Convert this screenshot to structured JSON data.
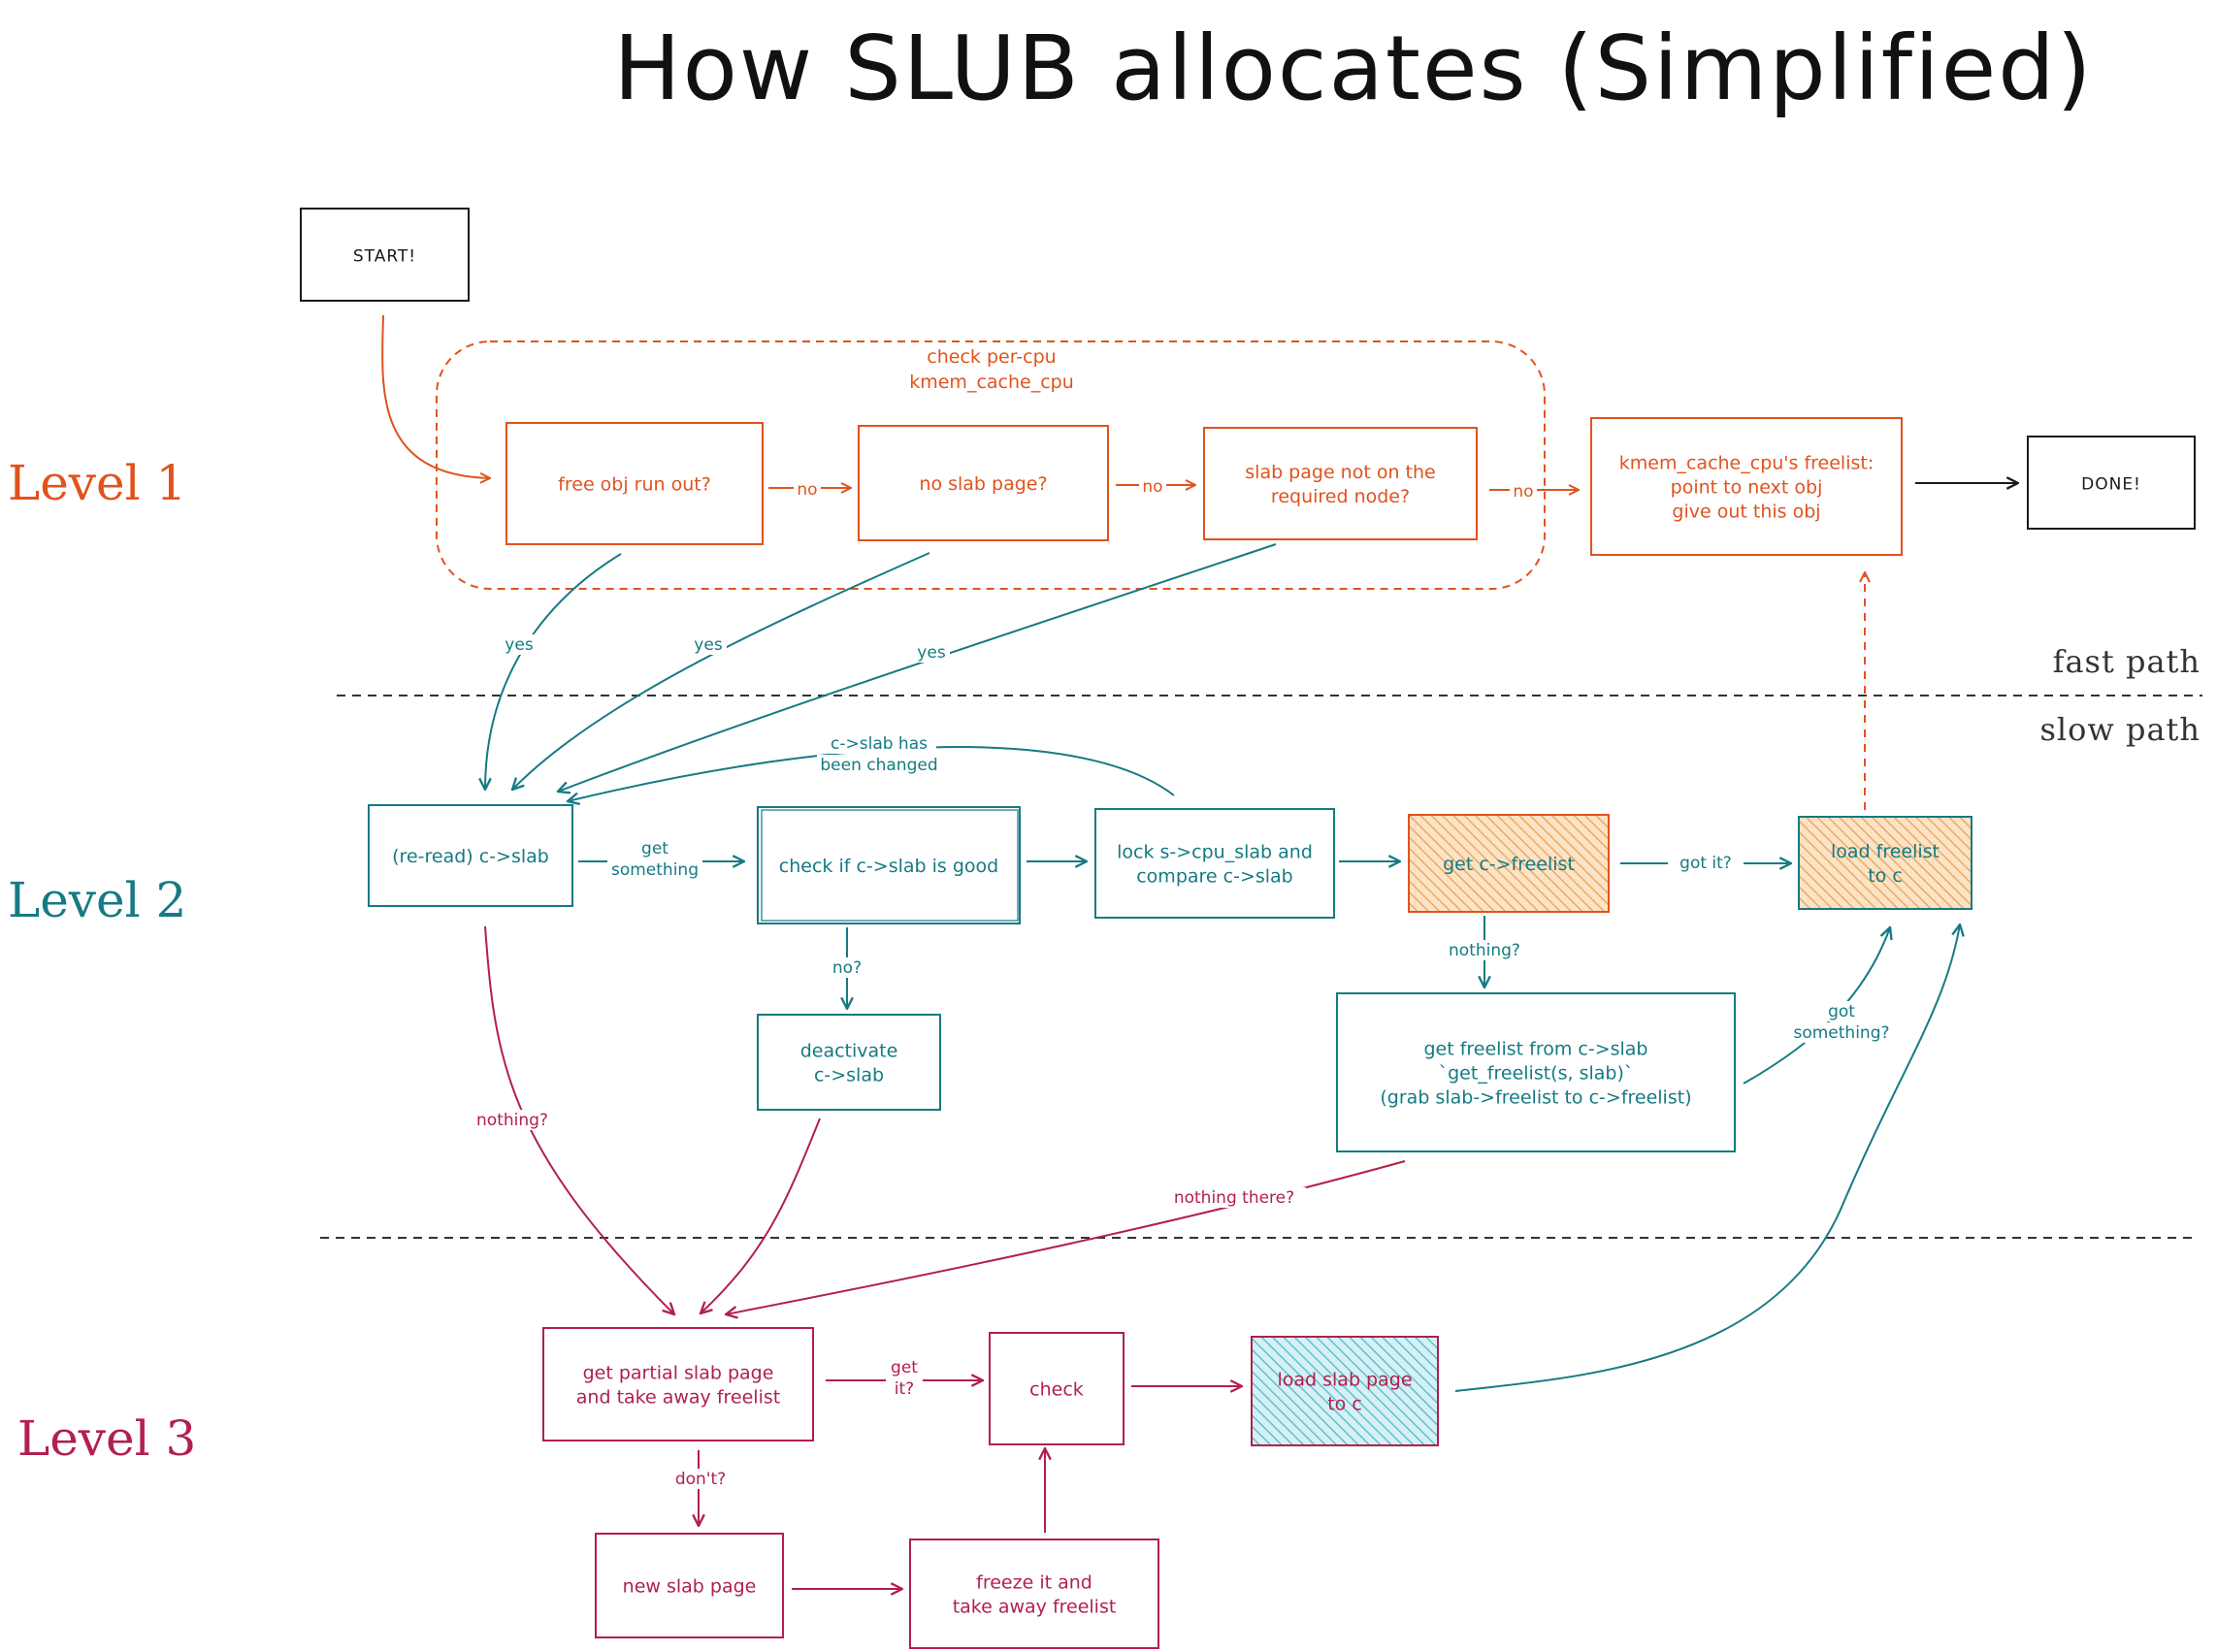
{
  "title": "How SLUB allocates (Simplified)",
  "levels": {
    "l1": "Level 1",
    "l2": "Level 2",
    "l3": "Level 3"
  },
  "path_labels": {
    "fast": "fast path",
    "slow": "slow path"
  },
  "group": {
    "label_line1": "check per-cpu",
    "label_line2": "kmem_cache_cpu"
  },
  "nodes": {
    "start": [
      "START!"
    ],
    "done": [
      "DONE!"
    ],
    "free_obj": [
      "free obj run out?"
    ],
    "no_slab": [
      "no slab page?"
    ],
    "node_check": [
      "slab page not on the",
      "required node?"
    ],
    "give_obj": [
      "kmem_cache_cpu's freelist:",
      "point to next obj",
      "give out this obj"
    ],
    "reread": [
      "(re-read) c->slab"
    ],
    "check_good": [
      "check if c->slab is good"
    ],
    "lock": [
      "lock s->cpu_slab and",
      "compare c->slab"
    ],
    "get_freelist": [
      "get c->freelist"
    ],
    "load_freelist": [
      "load freelist",
      "to c"
    ],
    "deactivate": [
      "deactivate",
      "c->slab"
    ],
    "get_from_slab": [
      "get freelist from c->slab",
      "`get_freelist(s, slab)`",
      "(grab slab->freelist to c->freelist)"
    ],
    "partial": [
      "get partial slab page",
      "and take away freelist"
    ],
    "check3": [
      "check"
    ],
    "load_slab": [
      "load slab page",
      "to c"
    ],
    "new_slab": [
      "new slab page"
    ],
    "freeze": [
      "freeze it and",
      "take away freelist"
    ]
  },
  "edge_labels": {
    "no1": "no",
    "no2": "no",
    "no3": "no",
    "yes1": "yes",
    "yes2": "yes",
    "yes3": "yes",
    "changed": [
      "c->slab has",
      "been changed"
    ],
    "get_something": [
      "get",
      "something"
    ],
    "no_q": "no?",
    "got_it": "got it?",
    "nothing_q": "nothing?",
    "got_something": [
      "got",
      "something?"
    ],
    "nothing_q2": "nothing?",
    "nothing_there": "nothing there?",
    "get_it": [
      "get",
      "it?"
    ],
    "dont": "don't?"
  },
  "colors": {
    "orange": "#e0531d",
    "teal": "#157a83",
    "crimson": "#b1204d",
    "black": "#1a1a1a",
    "orange_fill": "#f4c793",
    "teal_fill": "#8fd3de"
  }
}
